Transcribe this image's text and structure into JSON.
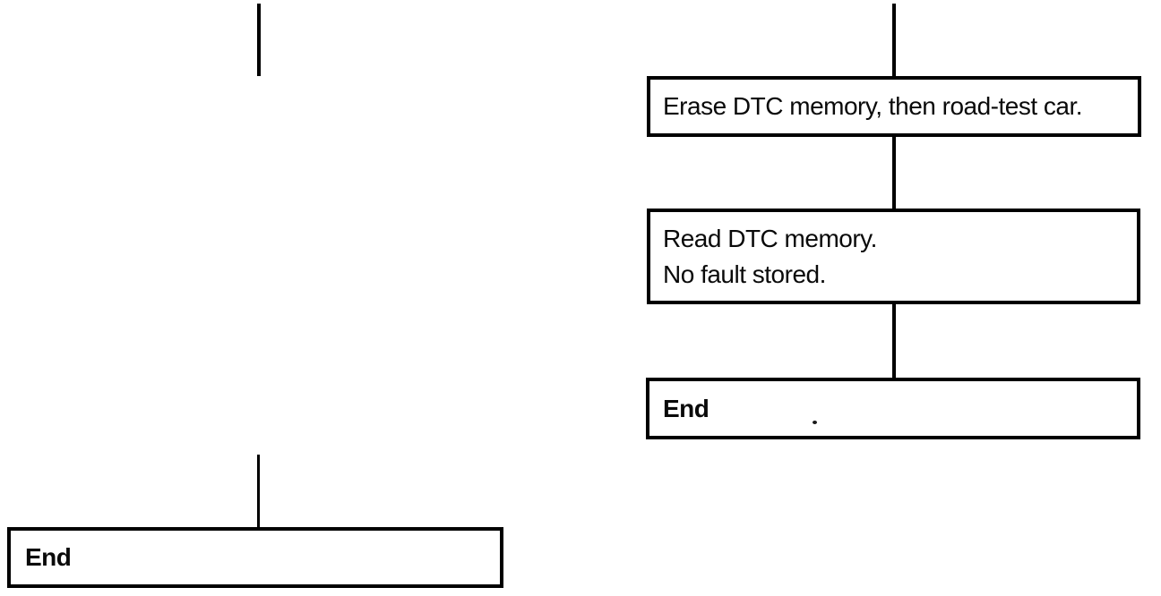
{
  "canvas": {
    "background": "#ffffff",
    "ink_color": "#000000"
  },
  "right_flow": {
    "erase_box": {
      "text": "Erase DTC memory, then road-test car."
    },
    "read_box": {
      "line1": "Read DTC memory.",
      "line2": "No fault stored."
    },
    "end_box": {
      "text": "End"
    }
  },
  "left_flow": {
    "end_box": {
      "text": "End"
    }
  }
}
